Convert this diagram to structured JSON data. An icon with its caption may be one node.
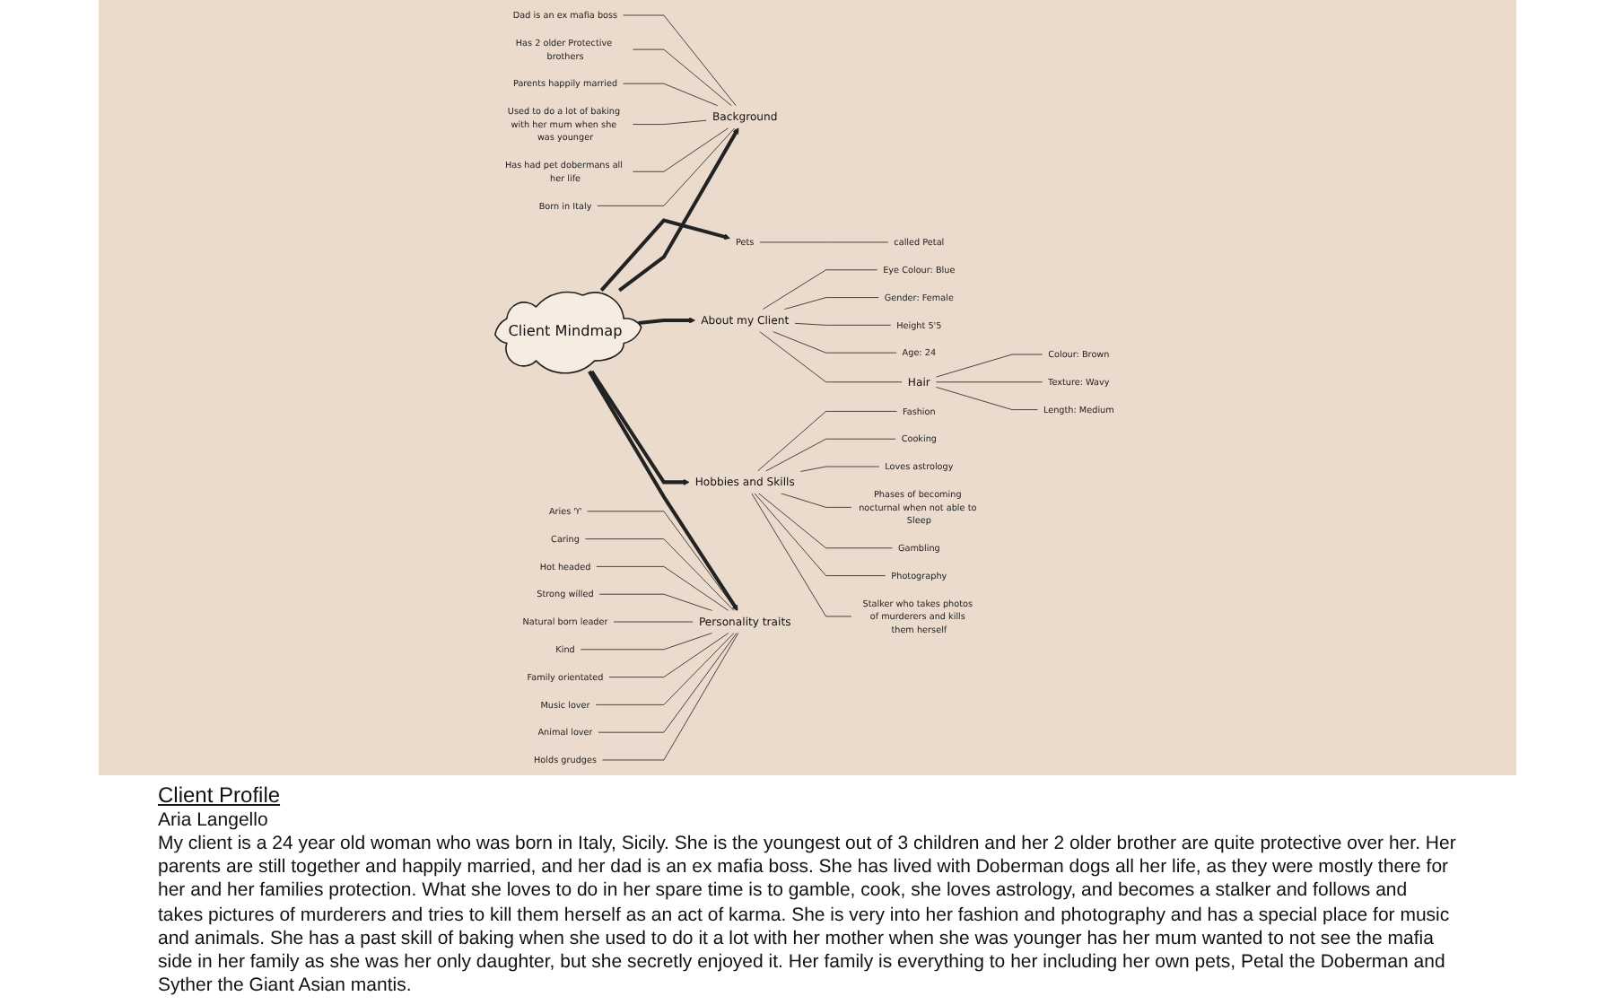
{
  "diagram": {
    "nodes": [
      {
        "text": [
          "Client Mindmap"
        ]
      },
      {
        "text": [
          "Pets"
        ]
      },
      {
        "text": [
          "called Petal"
        ]
      },
      {
        "text": [
          "Background"
        ]
      },
      {
        "text": [
          "Dad is an ex mafia boss"
        ]
      },
      {
        "text": [
          "Has 2 older Protective brothers"
        ]
      },
      {
        "text": [
          "Parents happily married"
        ]
      },
      {
        "text": [
          "Used to do a lot of baking with her mum when she was younger"
        ]
      },
      {
        "text": [
          "Has had pet dobermans all her life"
        ]
      },
      {
        "text": [
          "Born in Italy"
        ]
      },
      {
        "text": [
          "About my Client"
        ]
      },
      {
        "text": [
          "Eye Colour: Blue"
        ]
      },
      {
        "text": [
          "Gender: Female"
        ]
      },
      {
        "text": [
          "Height 5'5"
        ]
      },
      {
        "text": [
          "Age: 24"
        ]
      },
      {
        "text": [
          "Hair"
        ]
      },
      {
        "text": [
          "Colour: Brown"
        ]
      },
      {
        "text": [
          "Texture: Wavy"
        ]
      },
      {
        "text": [
          "Length: Medium"
        ]
      },
      {
        "text": [
          "Personality traits"
        ]
      },
      {
        "text": [
          "Aries ♈"
        ]
      },
      {
        "text": [
          "Caring"
        ]
      },
      {
        "text": [
          "Hot headed"
        ]
      },
      {
        "text": [
          "Strong willed"
        ]
      },
      {
        "text": [
          "Natural born leader"
        ]
      },
      {
        "text": [
          "Kind"
        ]
      },
      {
        "text": [
          "Family orientated"
        ]
      },
      {
        "text": [
          "Music lover"
        ]
      },
      {
        "text": [
          "Animal lover"
        ]
      },
      {
        "text": [
          "Holds grudges"
        ]
      },
      {
        "text": [
          "Hobbies and Skills"
        ]
      },
      {
        "text": [
          "Fashion"
        ]
      },
      {
        "text": [
          "Cooking"
        ]
      },
      {
        "text": [
          "Loves astrology"
        ]
      },
      {
        "text": [
          "Phases of becoming nocturnal when not able to Sleep"
        ]
      },
      {
        "text": [
          "Gambling"
        ]
      },
      {
        "text": [
          "Photography"
        ]
      },
      {
        "text": [
          "Stalker who takes photos of murderers and kills them herself"
        ]
      }
    ],
    "edges": [
      {
        "from": 0,
        "to": 1,
        "arrow": "to",
        "style": "thick"
      },
      {
        "from": 0,
        "to": 3,
        "arrow": "to",
        "style": "thick"
      },
      {
        "from": 0,
        "to": 10,
        "arrow": "to",
        "style": "thick"
      },
      {
        "from": 0,
        "to": 30,
        "arrow": "to",
        "style": "thick"
      },
      {
        "from": 0,
        "to": 19,
        "arrow": "to",
        "style": "thick"
      },
      {
        "from": 1,
        "to": 2,
        "arrow": "none"
      },
      {
        "from": 4,
        "to": 3,
        "arrow": "none"
      },
      {
        "from": 5,
        "to": 3,
        "arrow": "none"
      },
      {
        "from": 6,
        "to": 3,
        "arrow": "none"
      },
      {
        "from": 7,
        "to": 3,
        "arrow": "none"
      },
      {
        "from": 8,
        "to": 3,
        "arrow": "none"
      },
      {
        "from": 9,
        "to": 3,
        "arrow": "none"
      },
      {
        "from": 10,
        "to": 11,
        "arrow": "none"
      },
      {
        "from": 10,
        "to": 12,
        "arrow": "none"
      },
      {
        "from": 10,
        "to": 13,
        "arrow": "none"
      },
      {
        "from": 10,
        "to": 14,
        "arrow": "none"
      },
      {
        "from": 10,
        "to": 15,
        "arrow": "none"
      },
      {
        "from": 15,
        "to": 16,
        "arrow": "none"
      },
      {
        "from": 15,
        "to": 17,
        "arrow": "none"
      },
      {
        "from": 15,
        "to": 18,
        "arrow": "none"
      },
      {
        "from": 20,
        "to": 19,
        "arrow": "none"
      },
      {
        "from": 21,
        "to": 19,
        "arrow": "none"
      },
      {
        "from": 22,
        "to": 19,
        "arrow": "none"
      },
      {
        "from": 23,
        "to": 19,
        "arrow": "none"
      },
      {
        "from": 24,
        "to": 19,
        "arrow": "none"
      },
      {
        "from": 25,
        "to": 19,
        "arrow": "none"
      },
      {
        "from": 26,
        "to": 19,
        "arrow": "none"
      },
      {
        "from": 27,
        "to": 19,
        "arrow": "none"
      },
      {
        "from": 28,
        "to": 19,
        "arrow": "none"
      },
      {
        "from": 29,
        "to": 19,
        "arrow": "none"
      },
      {
        "from": 30,
        "to": 31,
        "arrow": "none"
      },
      {
        "from": 30,
        "to": 32,
        "arrow": "none"
      },
      {
        "from": 30,
        "to": 33,
        "arrow": "none"
      },
      {
        "from": 30,
        "to": 34,
        "arrow": "none"
      },
      {
        "from": 30,
        "to": 35,
        "arrow": "none"
      },
      {
        "from": 30,
        "to": 36,
        "arrow": "none"
      },
      {
        "from": 30,
        "to": 37,
        "arrow": "none"
      }
    ],
    "labels": [
      "Client Profile",
      "Aria Langello",
      "My client is a 24 year old woman who was born in Italy, Sicily. She is the youngest out of 3 children and her 2 older brother are quite protective over her. Her parents are still together and happily married, and her dad is an ex mafia boss. She has lived with Doberman dogs all her life, as they were mostly there for her and her families protection. What she loves to do in her spare time is to gamble, cook, she loves astrology, and becomes a stalker and follows and takes pictures of murderers and tries to kill them herself as an act of karma. She is very into her fashion and photography and has a special place for music and animals. She has a past skill of baking when she used to do it a lot with her mother when she was younger has her mum wanted to not see the mafia side in her family as she was her only daughter, but she secretly enjoyed it. Her family is everything to her including her own pets, Petal the Doberman and Syther the Giant Asian mantis."
    ]
  }
}
